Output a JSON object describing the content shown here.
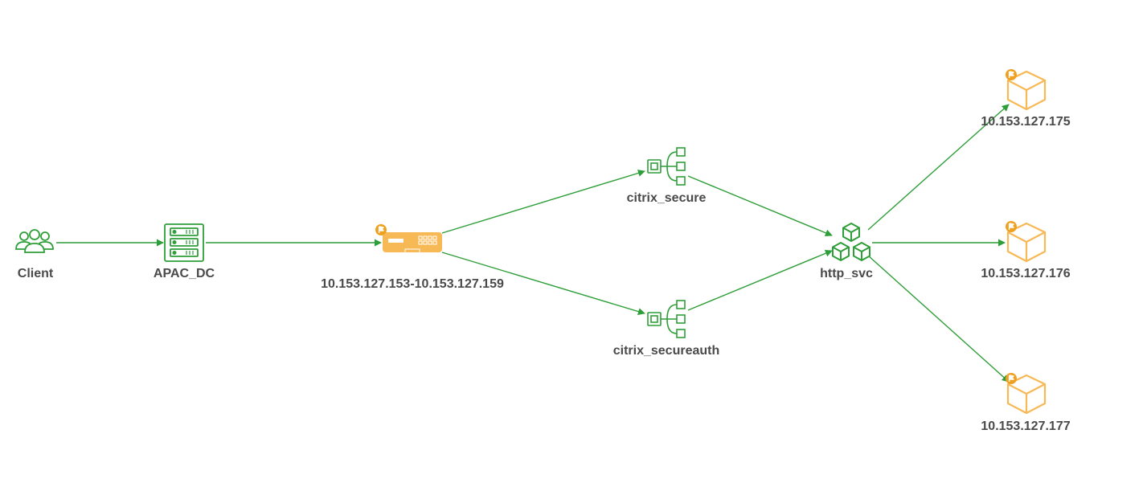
{
  "colors": {
    "healthy": "#2e9e38",
    "warning": "#f7b955",
    "warning_badge": "#f0a020",
    "label": "#4a4a4a",
    "background": "#ffffff"
  },
  "nodes": [
    {
      "id": "client",
      "label": "Client",
      "icon": "users-icon"
    },
    {
      "id": "apac_dc",
      "label": "APAC_DC",
      "icon": "server-rack-icon"
    },
    {
      "id": "vip_range",
      "label": "10.153.127.153-10.153.127.159",
      "icon": "load-balancer-appliance-icon"
    },
    {
      "id": "citrix_secure",
      "label": "citrix_secure",
      "icon": "virtual-server-icon"
    },
    {
      "id": "citrix_secureauth",
      "label": "citrix_secureauth",
      "icon": "virtual-server-icon"
    },
    {
      "id": "http_svc",
      "label": "http_svc",
      "icon": "service-group-icon"
    },
    {
      "id": "srv175",
      "label": "10.153.127.175",
      "icon": "server-box-icon"
    },
    {
      "id": "srv176",
      "label": "10.153.127.176",
      "icon": "server-box-icon"
    },
    {
      "id": "srv177",
      "label": "10.153.127.177",
      "icon": "server-box-icon"
    }
  ],
  "edges": [
    {
      "from": "client",
      "to": "apac_dc"
    },
    {
      "from": "apac_dc",
      "to": "vip_range"
    },
    {
      "from": "vip_range",
      "to": "citrix_secure"
    },
    {
      "from": "vip_range",
      "to": "citrix_secureauth"
    },
    {
      "from": "citrix_secure",
      "to": "http_svc"
    },
    {
      "from": "citrix_secureauth",
      "to": "http_svc"
    },
    {
      "from": "http_svc",
      "to": "srv175"
    },
    {
      "from": "http_svc",
      "to": "srv176"
    },
    {
      "from": "http_svc",
      "to": "srv177"
    }
  ]
}
